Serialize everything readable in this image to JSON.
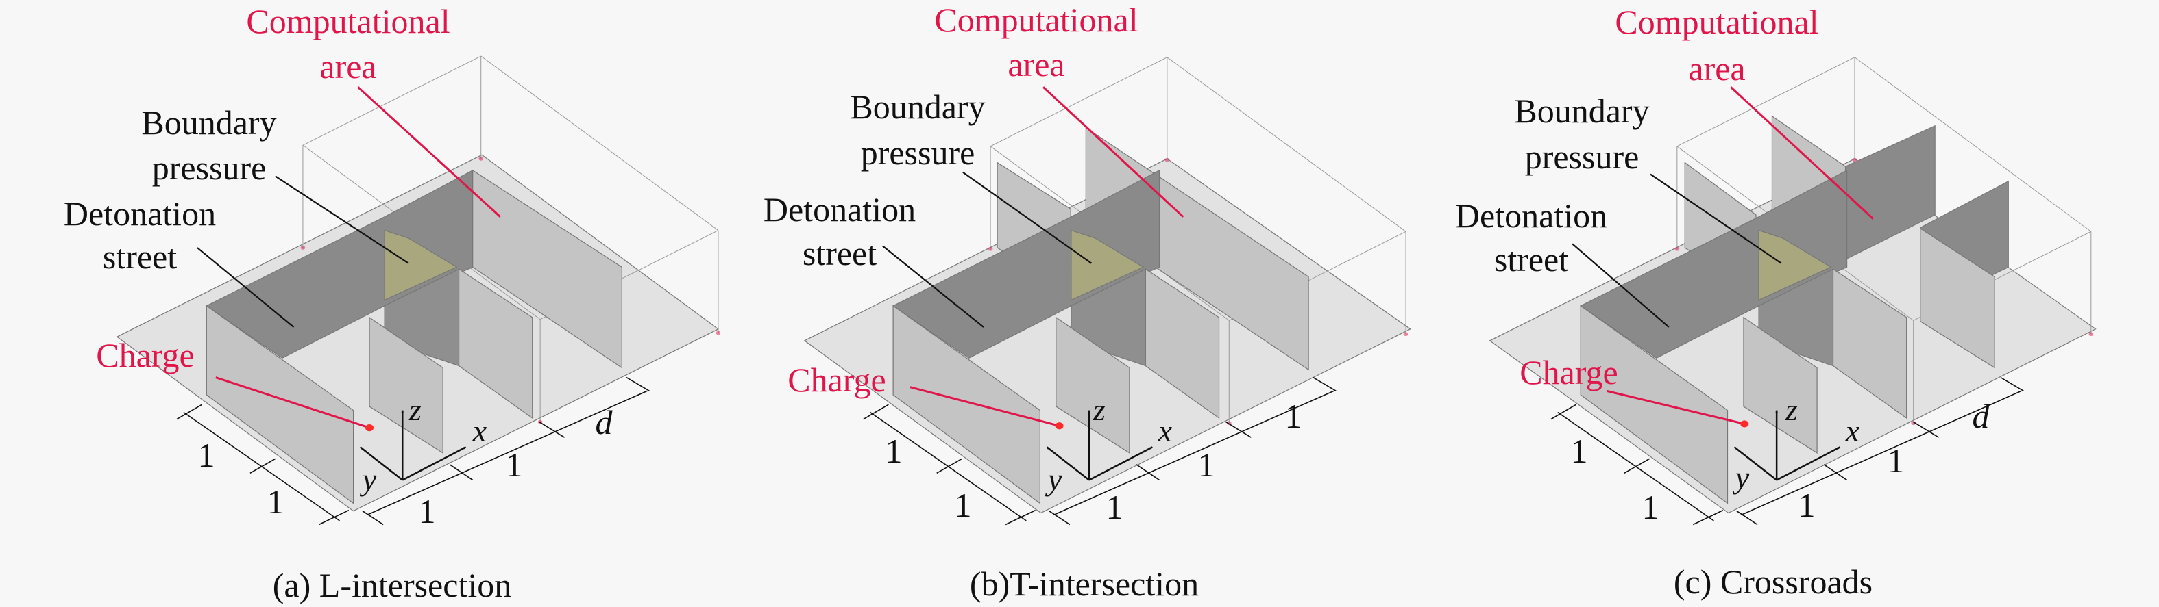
{
  "colors": {
    "annotation_red": "#e0164a",
    "wall_light": "#c4c4c4",
    "wall_dark": "#8a8a8a",
    "boundary_pressure": "#a9a77d",
    "ground": "#e2e2e2"
  },
  "panels": [
    {
      "id": "a",
      "caption": "(a) L-intersection",
      "computational": "Computational",
      "area": "area",
      "boundary": "Boundary",
      "pressure": "pressure",
      "detonation": "Detonation",
      "street": "street",
      "charge": "Charge",
      "axis_x": "x",
      "axis_y": "y",
      "axis_z": "z",
      "dims": [
        "1",
        "1",
        "1",
        "1",
        "d"
      ]
    },
    {
      "id": "b",
      "caption": "(b)T-intersection",
      "computational": "Computational",
      "area": "area",
      "boundary": "Boundary",
      "pressure": "pressure",
      "detonation": "Detonation",
      "street": "street",
      "charge": "Charge",
      "axis_x": "x",
      "axis_y": "y",
      "axis_z": "z",
      "dims": [
        "1",
        "1",
        "1",
        "1",
        "1"
      ]
    },
    {
      "id": "c",
      "caption": "(c) Crossroads",
      "computational": "Computational",
      "area": "area",
      "boundary": "Boundary",
      "pressure": "pressure",
      "detonation": "Detonation",
      "street": "street",
      "charge": "Charge",
      "axis_x": "x",
      "axis_y": "y",
      "axis_z": "z",
      "dims": [
        "1",
        "1",
        "1",
        "1",
        "d"
      ]
    }
  ]
}
